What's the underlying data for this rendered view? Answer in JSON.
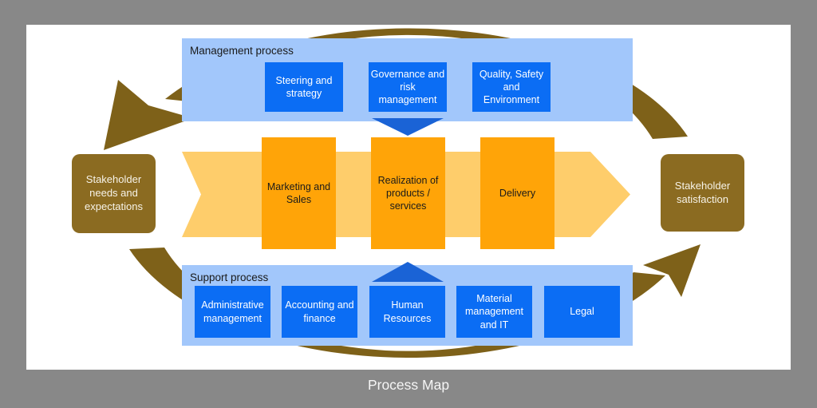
{
  "title": {
    "caption": "Process Map"
  },
  "colors": {
    "page_background": "#888888",
    "canvas": "#ffffff",
    "container_blue": "#A2C7FB",
    "process_blue": "#0B6DF4",
    "connector_blue": "#1A63D6",
    "core_orange": "#FFA408",
    "flow_arrow_orange": "#FECD6B",
    "stakeholder_brown": "#8B6B21",
    "loop_arrow_brown": "#7E6119"
  },
  "management": {
    "label": "Management process",
    "boxes": [
      "Steering and strategy",
      "Governance and risk management",
      "Quality, Safety and Environment"
    ]
  },
  "core_process": {
    "boxes": [
      "Marketing and Sales",
      "Realization of products / services",
      "Delivery"
    ]
  },
  "support": {
    "label": "Support process",
    "boxes": [
      "Administrative management",
      "Accounting and finance",
      "Human Resources",
      "Material management and IT",
      "Legal"
    ]
  },
  "stakeholders": {
    "input": "Stakeholder needs and expectations",
    "output": "Stakeholder satisfaction"
  }
}
